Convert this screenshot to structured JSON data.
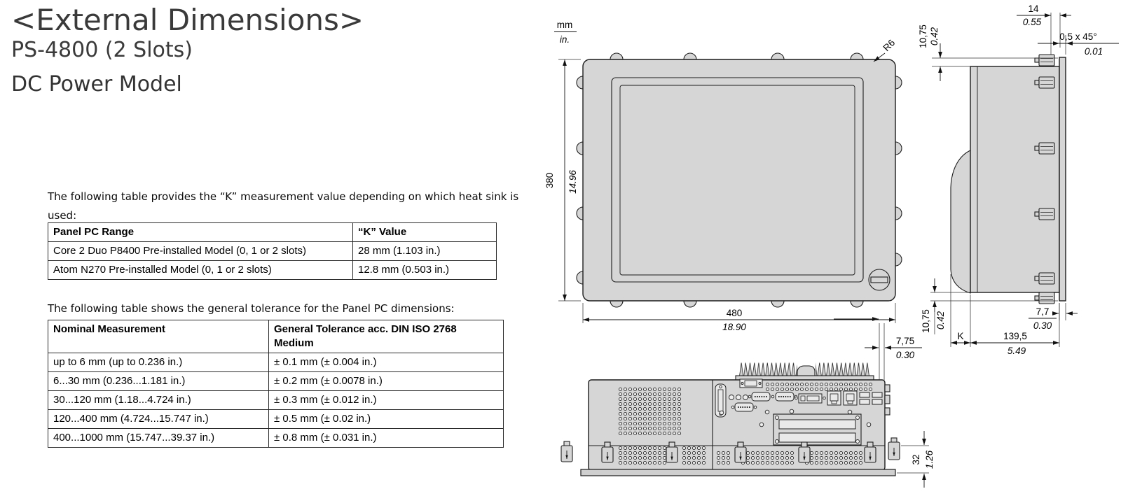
{
  "header": {
    "title": "<External Dimensions>",
    "product": "PS-4800 (2 Slots)",
    "model": "DC Power Model"
  },
  "k_section": {
    "intro": "The following table provides the “K” measurement value depending on which heat sink is used:",
    "table": {
      "headers": [
        "Panel PC Range",
        "“K” Value"
      ],
      "rows": [
        [
          "Core 2 Duo P8400 Pre-installed Model (0, 1 or 2 slots)",
          "28 mm (1.103 in.)"
        ],
        [
          "Atom N270 Pre-installed Model (0, 1 or 2 slots)",
          "12.8 mm (0.503 in.)"
        ]
      ]
    }
  },
  "tolerance_section": {
    "intro": "The following table shows the general tolerance for the Panel PC dimensions:",
    "table": {
      "headers": [
        "Nominal Measurement",
        "General Tolerance acc. DIN ISO 2768 Medium"
      ],
      "rows": [
        [
          "up to 6 mm (up to 0.236 in.)",
          "± 0.1 mm (± 0.004 in.)"
        ],
        [
          "6...30 mm (0.236...1.181 in.)",
          "± 0.2 mm (± 0.0078 in.)"
        ],
        [
          "30...120 mm (1.18...4.724 in.)",
          "± 0.3 mm (± 0.012 in.)"
        ],
        [
          "120...400 mm (4.724...15.747 in.)",
          "± 0.5 mm (± 0.02 in.)"
        ],
        [
          "400...1000 mm (15.747...39.37 in.)",
          "± 0.8 mm (± 0.031 in.)"
        ]
      ]
    }
  },
  "drawing": {
    "units": {
      "mm": "mm",
      "inch": "in."
    },
    "front_view": {
      "height_mm": "380",
      "height_in": "14.96",
      "width_mm": "480",
      "width_in": "18.90",
      "corner_radius": "R6"
    },
    "side_view": {
      "bezel_depth_mm": "14",
      "bezel_depth_in": "0.55",
      "chamfer_mm": "0,5 x 45°",
      "chamfer_in": "0.01",
      "top_overhang_mm": "10,75",
      "top_overhang_in": "0.42",
      "bottom_overhang_mm": "10,75",
      "bottom_overhang_in": "0.42",
      "panel_thickness_mm": "7,7",
      "panel_thickness_in": "0.30",
      "heatsink_depth_label": "K",
      "body_depth_mm": "139,5",
      "body_depth_in": "5.49"
    },
    "bottom_view": {
      "rear_offset_mm": "7,75",
      "rear_offset_in": "0.30",
      "clamp_zone_mm": "32",
      "clamp_zone_in": "1.26"
    }
  }
}
